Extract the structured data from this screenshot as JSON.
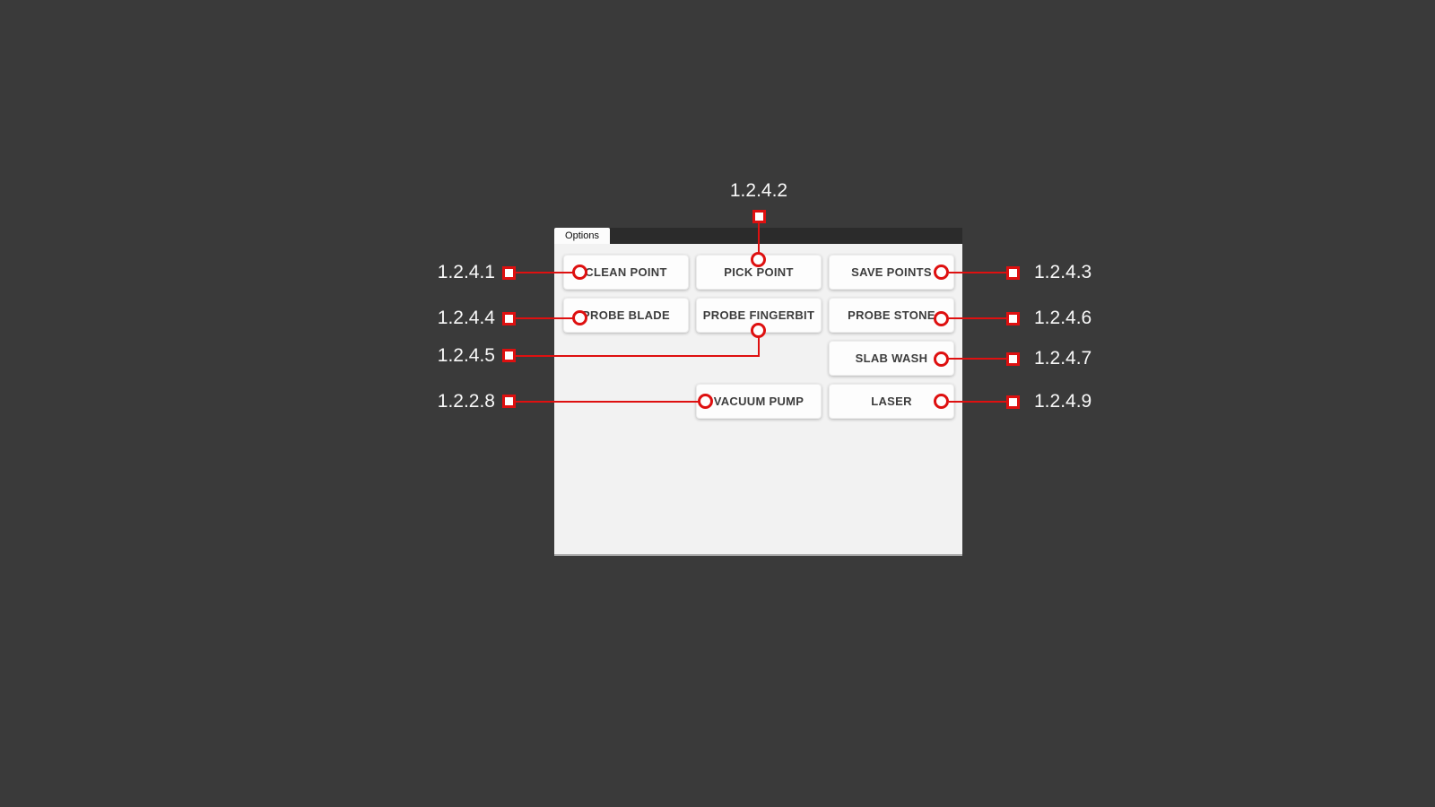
{
  "colors": {
    "background": "#3a3a3a",
    "tab_strip": "#2b2b2b",
    "panel": "#f2f2f2",
    "button_bg": "#fdfdfd",
    "button_text": "#3d3d3d",
    "annotation_red": "#de1010",
    "annotation_text": "#f8f8f8"
  },
  "panel": {
    "tab_label": "Options"
  },
  "buttons": [
    {
      "label": "CLEAN POINT"
    },
    {
      "label": "PICK POINT"
    },
    {
      "label": "SAVE POINTS"
    },
    {
      "label": "PROBE BLADE"
    },
    {
      "label": "PROBE FINGERBIT"
    },
    {
      "label": "PROBE STONE"
    },
    {
      "label": "SLAB WASH"
    },
    {
      "label": "VACUUM PUMP"
    },
    {
      "label": "LASER"
    }
  ],
  "callouts": [
    {
      "ref": "1.2.4.1",
      "target": "CLEAN POINT",
      "side": "left"
    },
    {
      "ref": "1.2.4.2",
      "target": "PICK POINT",
      "side": "top"
    },
    {
      "ref": "1.2.4.3",
      "target": "SAVE POINTS",
      "side": "right"
    },
    {
      "ref": "1.2.4.4",
      "target": "PROBE BLADE",
      "side": "left"
    },
    {
      "ref": "1.2.4.5",
      "target": "PROBE FINGERBIT",
      "side": "left"
    },
    {
      "ref": "1.2.4.6",
      "target": "PROBE STONE",
      "side": "right"
    },
    {
      "ref": "1.2.4.7",
      "target": "SLAB WASH",
      "side": "right"
    },
    {
      "ref": "1.2.2.8",
      "target": "VACUUM PUMP",
      "side": "left"
    },
    {
      "ref": "1.2.4.9",
      "target": "LASER",
      "side": "right"
    }
  ]
}
